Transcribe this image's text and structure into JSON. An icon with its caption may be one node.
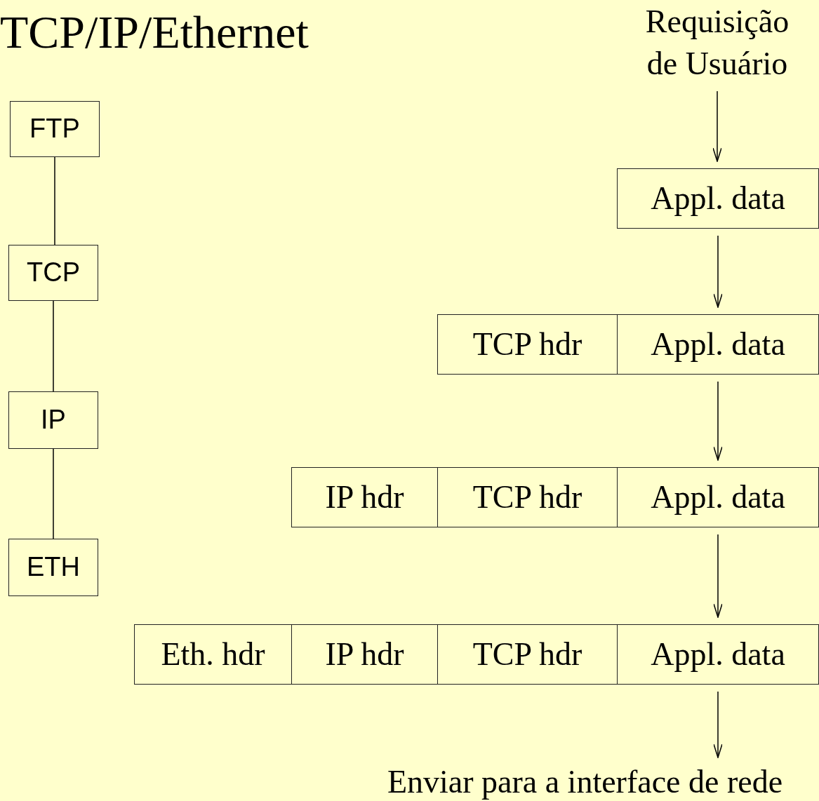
{
  "diagram": {
    "title": "TCP/IP/Ethernet",
    "nodes": [
      {
        "text": [
          "FTP"
        ]
      },
      {
        "text": [
          "TCP"
        ]
      },
      {
        "text": [
          "IP"
        ]
      },
      {
        "text": [
          "ETH"
        ]
      },
      {
        "text": [
          "Requisição de Usuário"
        ]
      },
      {
        "text": [
          "Appl. data"
        ]
      },
      {
        "text": [
          "TCP hdr"
        ]
      },
      {
        "text": [
          "Appl. data"
        ]
      },
      {
        "text": [
          "IP hdr"
        ]
      },
      {
        "text": [
          "TCP hdr"
        ]
      },
      {
        "text": [
          "Appl. data"
        ]
      },
      {
        "text": [
          "Eth. hdr"
        ]
      },
      {
        "text": [
          "IP hdr"
        ]
      },
      {
        "text": [
          "TCP hdr"
        ]
      },
      {
        "text": [
          "Appl. data"
        ]
      },
      {
        "text": [
          "Enviar para a interface de rede"
        ]
      }
    ],
    "edges": [
      {
        "from": 0,
        "to": 1,
        "arrow": "none"
      },
      {
        "from": 1,
        "to": 2,
        "arrow": "none"
      },
      {
        "from": 2,
        "to": 3,
        "arrow": "none"
      },
      {
        "from": 4,
        "to": 5,
        "arrow": "to"
      },
      {
        "from": 5,
        "to": 7,
        "arrow": "to"
      },
      {
        "from": 7,
        "to": 10,
        "arrow": "to"
      },
      {
        "from": 10,
        "to": 14,
        "arrow": "to"
      },
      {
        "from": 14,
        "to": 15,
        "arrow": "to"
      }
    ]
  }
}
